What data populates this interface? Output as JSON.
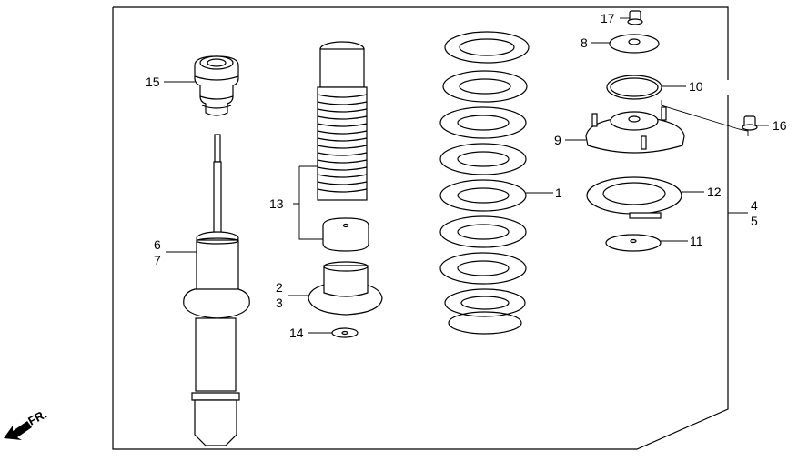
{
  "diagram": {
    "title": "Front Shock Absorber Assembly",
    "direction_indicator": {
      "label": "FR.",
      "icon": "arrow-down-left-icon"
    },
    "callouts": [
      {
        "id": "c1",
        "label": "1",
        "part": "spring"
      },
      {
        "id": "c2",
        "label": "2",
        "part": "lower-spring-seat"
      },
      {
        "id": "c3",
        "label": "3",
        "part": "lower-spring-seat"
      },
      {
        "id": "c4",
        "label": "4",
        "part": "mount-assembly"
      },
      {
        "id": "c5",
        "label": "5",
        "part": "mount-assembly"
      },
      {
        "id": "c6",
        "label": "6",
        "part": "shock-absorber"
      },
      {
        "id": "c7",
        "label": "7",
        "part": "shock-absorber"
      },
      {
        "id": "c8",
        "label": "8",
        "part": "mount-washer"
      },
      {
        "id": "c9",
        "label": "9",
        "part": "shock-mount-base"
      },
      {
        "id": "c10",
        "label": "10",
        "part": "o-ring"
      },
      {
        "id": "c11",
        "label": "11",
        "part": "bump-stop-plate"
      },
      {
        "id": "c12",
        "label": "12",
        "part": "upper-spring-seat"
      },
      {
        "id": "c13",
        "label": "13",
        "part": "dust-cover-set"
      },
      {
        "id": "c14",
        "label": "14",
        "part": "washer"
      },
      {
        "id": "c15",
        "label": "15",
        "part": "bump-stop-rubber"
      },
      {
        "id": "c16",
        "label": "16",
        "part": "flange-nut"
      },
      {
        "id": "c17",
        "label": "17",
        "part": "self-locking-nut"
      }
    ]
  }
}
